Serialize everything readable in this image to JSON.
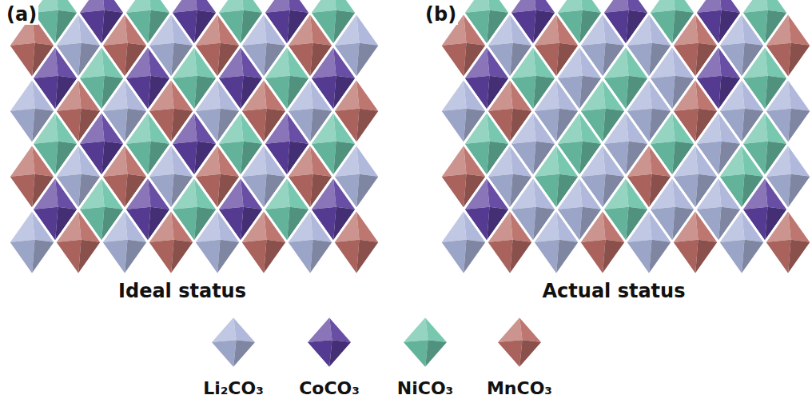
{
  "diagram": {
    "labels": [
      "(a)",
      "(b)",
      "Ideal status",
      "Actual status"
    ],
    "legend": [
      {
        "text": "Li₂CO₃",
        "color": "#a9b3d8"
      },
      {
        "text": "CoCO₃",
        "color": "#5b3f9c"
      },
      {
        "text": "NiCO₃",
        "color": "#6cc3a9"
      },
      {
        "text": "MnCO₃",
        "color": "#b86b64"
      }
    ]
  }
}
